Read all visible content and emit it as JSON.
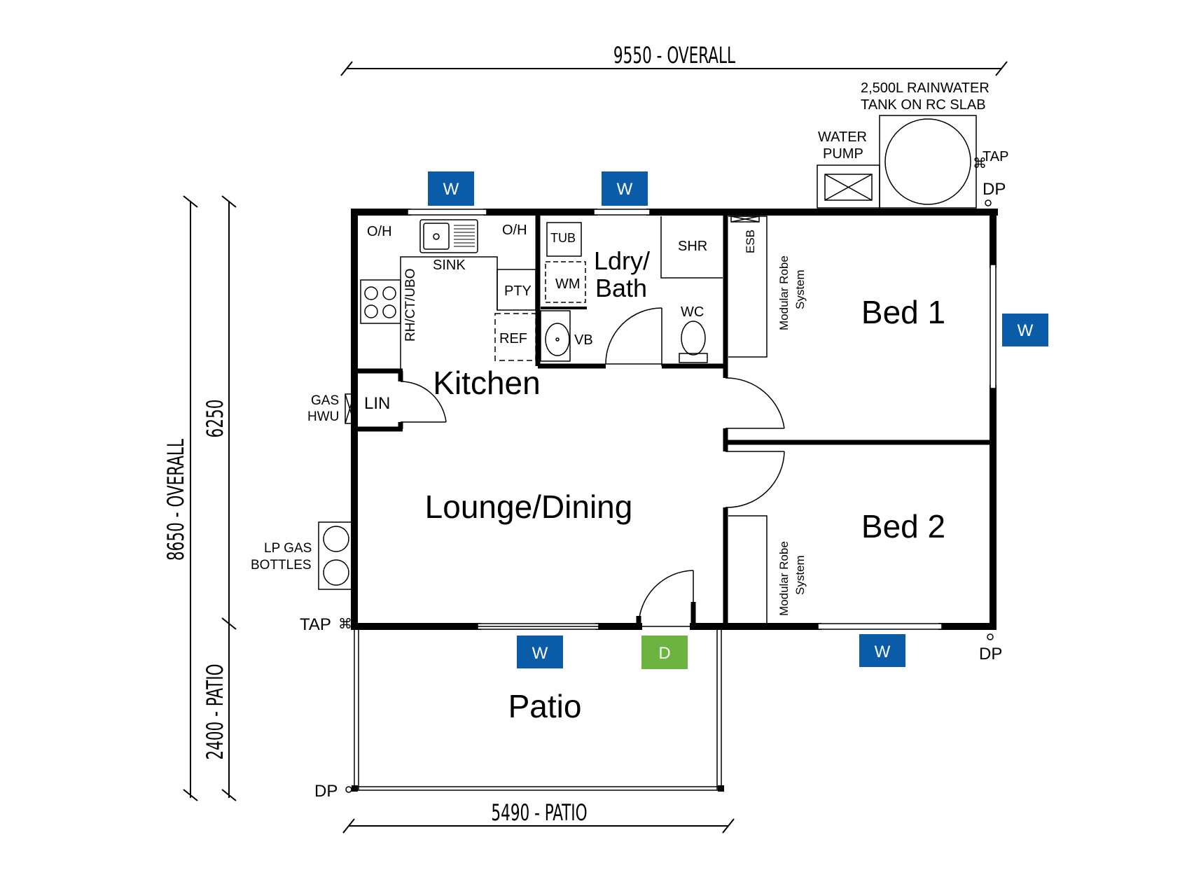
{
  "dimensions": {
    "overall_width": "9550 - OVERALL",
    "overall_depth": "8650 - OVERALL",
    "house_depth": "6250",
    "patio_depth": "2400 - PATIO",
    "patio_width": "5490 - PATIO"
  },
  "rooms": {
    "kitchen": "Kitchen",
    "laundry_line1": "Ldry/",
    "laundry_line2": "Bath",
    "bed1": "Bed 1",
    "bed2": "Bed 2",
    "lounge": "Lounge/Dining",
    "patio": "Patio"
  },
  "fixtures": {
    "oh_left": "O/H",
    "oh_right": "O/H",
    "sink": "SINK",
    "rh": "RH/CT/UBO",
    "pty": "PTY",
    "ref": "REF",
    "tub": "TUB",
    "wm": "WM",
    "vb": "VB",
    "shr": "SHR",
    "wc": "WC",
    "esb": "ESB",
    "robe1_line1": "Modular Robe",
    "robe1_line2": "System",
    "robe2_line1": "Modular Robe",
    "robe2_line2": "System",
    "lin": "LIN"
  },
  "external": {
    "tank_line1": "2,500L RAINWATER",
    "tank_line2": "TANK ON RC SLAB",
    "pump_line1": "WATER",
    "pump_line2": "PUMP",
    "tap_tank": "TAP",
    "dp_tank": "DP",
    "gas_line1": "GAS",
    "gas_line2": "HWU",
    "lp_line1": "LP GAS",
    "lp_line2": "BOTTLES",
    "tap_left": "TAP",
    "dp_right": "DP",
    "dp_patio": "DP"
  },
  "tags": {
    "window": "W",
    "door": "D",
    "window_color": "#0a5ca8",
    "door_color": "#6cb33f"
  }
}
